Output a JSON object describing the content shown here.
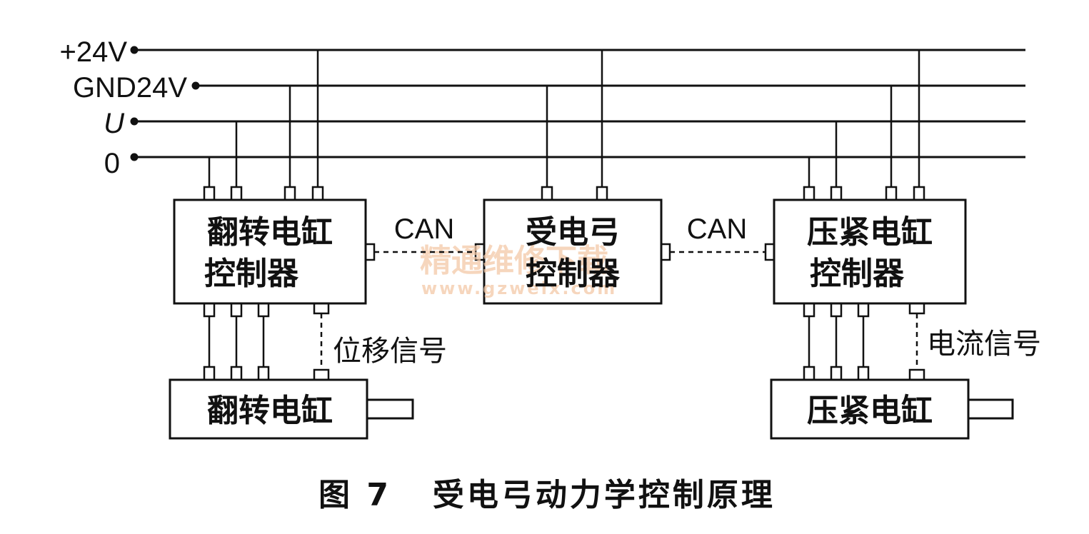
{
  "buses": [
    {
      "label": "+24V",
      "italic": false
    },
    {
      "label": "GND24V",
      "italic": false
    },
    {
      "label": "U",
      "italic": true
    },
    {
      "label": "0",
      "italic": false
    }
  ],
  "controllers": {
    "flip": {
      "line1": "翻转电缸",
      "line2": "控制器"
    },
    "pantograph": {
      "line1": "受电弓",
      "line2": "控制器"
    },
    "press": {
      "line1": "压紧电缸",
      "line2": "控制器"
    }
  },
  "cylinders": {
    "flip": "翻转电缸",
    "press": "压紧电缸"
  },
  "links": {
    "can_left": "CAN",
    "can_right": "CAN",
    "displacement_signal": "位移信号",
    "current_signal": "电流信号"
  },
  "caption": "图 7   受电弓动力学控制原理",
  "watermark": {
    "text": "精通维修下载",
    "url": "www.gzweix.com",
    "color": "#f4c9a8"
  }
}
